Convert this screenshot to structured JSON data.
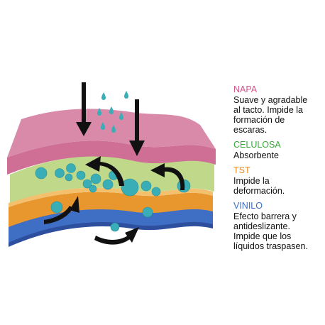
{
  "colors": {
    "napa": "#d57fa0",
    "celulosa": "#bfd88a",
    "tst": "#e8972f",
    "vinilo": "#3f6fc4",
    "drops": "#3aaeb7",
    "arrows": "#111111"
  },
  "legend": [
    {
      "title": "NAPA",
      "color": "#d6578d",
      "description": [
        "Suave y agradable",
        "al tacto. Impide la",
        "formación de",
        "escaras."
      ]
    },
    {
      "title": "CELULOSA",
      "color": "#3aa63a",
      "description": [
        "Absorbente"
      ]
    },
    {
      "title": "TST",
      "color": "#ec8a1e",
      "description": [
        "Impide la",
        "deformación."
      ]
    },
    {
      "title": "VINILO",
      "color": "#3a6fc0",
      "description": [
        "Efecto barrera y",
        "antideslizante.",
        "Impide que los",
        "líquidos traspasen."
      ]
    }
  ]
}
